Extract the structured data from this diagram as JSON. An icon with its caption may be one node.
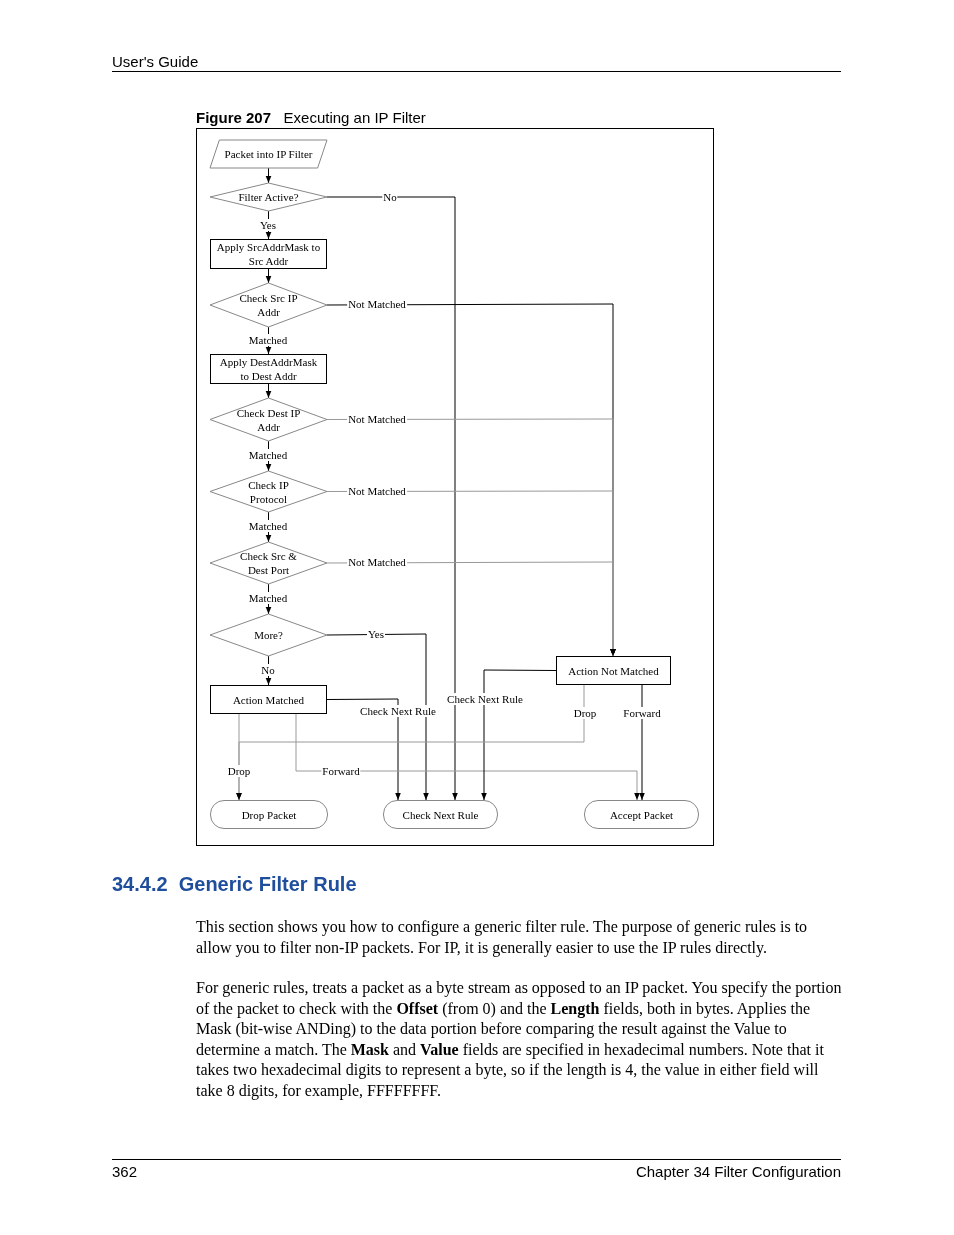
{
  "diagram": {
    "caption": "**Figure 207**   Executing an IP Filter",
    "nodes": [
      {
        "text": [
          "Packet into IP Filter"
        ]
      },
      {
        "text": [
          "Filter Active?"
        ]
      },
      {
        "text": [
          "Apply SrcAddrMask to Src Addr"
        ]
      },
      {
        "text": [
          "Check Src IP Addr"
        ]
      },
      {
        "text": [
          "Apply DestAddrMask to Dest Addr"
        ]
      },
      {
        "text": [
          "Check Dest IP Addr"
        ]
      },
      {
        "text": [
          "Check IP Protocol"
        ]
      },
      {
        "text": [
          "Check Src & Dest Port"
        ]
      },
      {
        "text": [
          "More?"
        ]
      },
      {
        "text": [
          "Action Matched"
        ]
      },
      {
        "text": [
          "Action Not Matched"
        ]
      },
      {
        "text": [
          "Drop Packet"
        ]
      },
      {
        "text": [
          "Check Next Rule"
        ]
      },
      {
        "text": [
          "Accept Packet"
        ]
      }
    ],
    "edges": [
      {
        "from": 0,
        "to": 1,
        "arrow": "to"
      },
      {
        "from": 1,
        "to": 2,
        "arrow": "to",
        "label": "Yes"
      },
      {
        "from": 1,
        "to": 12,
        "arrow": "to",
        "label": "No"
      },
      {
        "from": 2,
        "to": 3,
        "arrow": "to"
      },
      {
        "from": 3,
        "to": 4,
        "arrow": "to",
        "label": "Matched"
      },
      {
        "from": 3,
        "to": 10,
        "arrow": "to",
        "label": "Not Matched"
      },
      {
        "from": 4,
        "to": 5,
        "arrow": "to"
      },
      {
        "from": 5,
        "to": 10,
        "arrow": "to",
        "label": "Not Matched",
        "color": "#999999"
      },
      {
        "from": 5,
        "to": 6,
        "arrow": "to",
        "label": "Matched"
      },
      {
        "from": 6,
        "to": 10,
        "arrow": "to",
        "label": "Not Matched",
        "color": "#999999"
      },
      {
        "from": 6,
        "to": 7,
        "arrow": "to",
        "label": "Matched"
      },
      {
        "from": 7,
        "to": 10,
        "arrow": "to",
        "label": "Not Matched",
        "color": "#999999"
      },
      {
        "from": 7,
        "to": 8,
        "arrow": "to",
        "label": "Matched"
      },
      {
        "from": 8,
        "to": 9,
        "arrow": "to",
        "label": "No"
      },
      {
        "from": 8,
        "to": 12,
        "arrow": "to",
        "label": "Yes"
      },
      {
        "from": 9,
        "to": 12,
        "arrow": "to",
        "label": "Check Next Rule"
      },
      {
        "from": 9,
        "to": 11,
        "arrow": "to",
        "label": "Drop",
        "color": "#999999"
      },
      {
        "from": 9,
        "to": 13,
        "arrow": "to",
        "label": "Forward",
        "color": "#999999"
      },
      {
        "from": 10,
        "to": 12,
        "arrow": "to",
        "label": "Check Next Rule"
      },
      {
        "from": 10,
        "to": 11,
        "arrow": "to",
        "label": "Drop",
        "color": "#999999"
      },
      {
        "from": 10,
        "to": 13,
        "arrow": "to",
        "label": "Forward"
      }
    ],
    "labels": [
      "User's Guide",
      "34.4.2  Generic Filter Rule",
      "This section shows you how to configure a generic filter rule. The purpose of generic rules is to allow you to filter non-IP packets. For IP, it is generally easier to use the IP rules directly.",
      "For generic rules, treats a packet as a byte stream as opposed to an IP packet. You specify the portion of the packet to check with the **Offset** (from 0) and the **Length** fields, both in bytes. Applies the Mask (bit-wise ANDing) to the data portion before comparing the result against the Value to determine a match. The **Mask** and **Value** fields are specified in hexadecimal numbers. Note that it takes two hexadecimal digits to represent a byte, so if the length is 4, the value in either field will take 8 digits, for example, FFFFFFFF.",
      "362",
      "Chapter 34 Filter Configuration"
    ]
  }
}
